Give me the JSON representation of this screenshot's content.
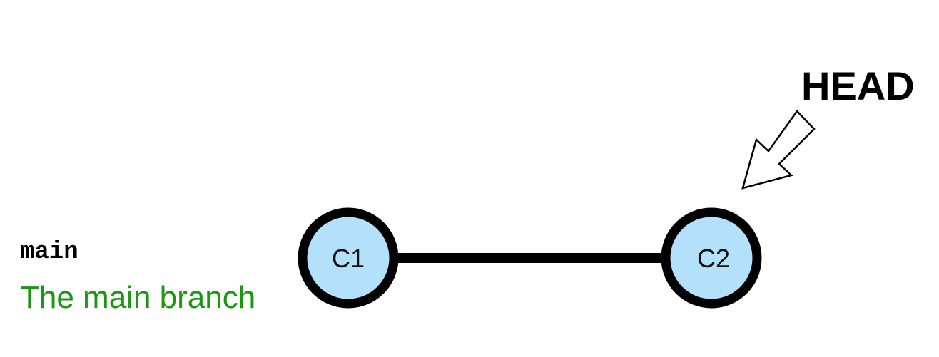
{
  "branch": {
    "name": "main",
    "description": "The main branch",
    "description_color": "#1a9611"
  },
  "commits": [
    {
      "id": "C1",
      "fill": "#b3e0fa"
    },
    {
      "id": "C2",
      "fill": "#b3e0fa"
    }
  ],
  "head": {
    "label": "HEAD",
    "points_to": "C2",
    "icon": "hollow-arrow-icon"
  }
}
